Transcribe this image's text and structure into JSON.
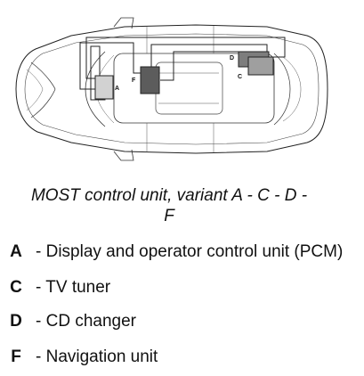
{
  "diagram": {
    "unit_labels": {
      "a": "A",
      "c": "C",
      "d": "D",
      "f": "F"
    }
  },
  "caption": {
    "line1": "MOST control unit, variant A - C - D -",
    "line2": "F"
  },
  "legend": [
    {
      "key": "A",
      "text": "- Display and operator control unit (PCM)"
    },
    {
      "key": "C",
      "text": "- TV tuner"
    },
    {
      "key": "D",
      "text": "- CD changer"
    },
    {
      "key": "F",
      "text": "- Navigation unit"
    }
  ],
  "colors": {
    "unit_a": "#d2d2d2",
    "unit_c": "#9f9f9f",
    "unit_d": "#7d7d7d",
    "unit_f": "#5c5c5c"
  }
}
